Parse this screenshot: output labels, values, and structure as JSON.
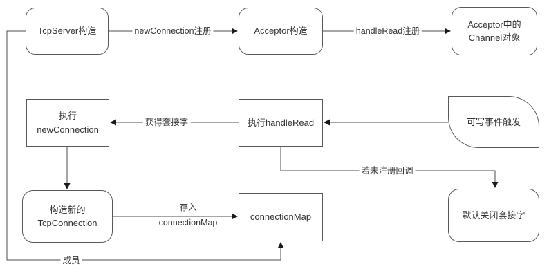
{
  "diagram": {
    "background_color": "#ffffff",
    "line_color": "#4d4d4d",
    "border_color": "#595959",
    "arrow_color": "#1a1a1a",
    "text_color": "#333333",
    "nodes": {
      "tcpserver_ctor": {
        "label": "TcpServer构造",
        "shape": "rounded"
      },
      "acceptor_ctor": {
        "label": "Acceptor构造",
        "shape": "rounded"
      },
      "acceptor_channel": {
        "label": "Acceptor中的\nChannel对象",
        "shape": "rounded"
      },
      "exec_new_connection": {
        "label": "执行\nnewConnection",
        "shape": "rect"
      },
      "exec_handle_read": {
        "label": "执行handleRead",
        "shape": "rect"
      },
      "writable_event": {
        "label": "可写事件触发",
        "shape": "card"
      },
      "new_tcp_connection": {
        "label": "构造新的\nTcpConnection",
        "shape": "rounded"
      },
      "connection_map": {
        "label": "connectionMap",
        "shape": "rect"
      },
      "default_close_socket": {
        "label": "默认关闭套接字",
        "shape": "rounded"
      }
    },
    "edge_labels": {
      "new_connection_register": "newConnection注册",
      "handle_read_register": "handleRead注册",
      "get_socket": "获得套接字",
      "if_no_callback_registered": "若未注册回调",
      "store_in_connection_map": "存入\nconnectionMap",
      "member": "成员"
    }
  }
}
